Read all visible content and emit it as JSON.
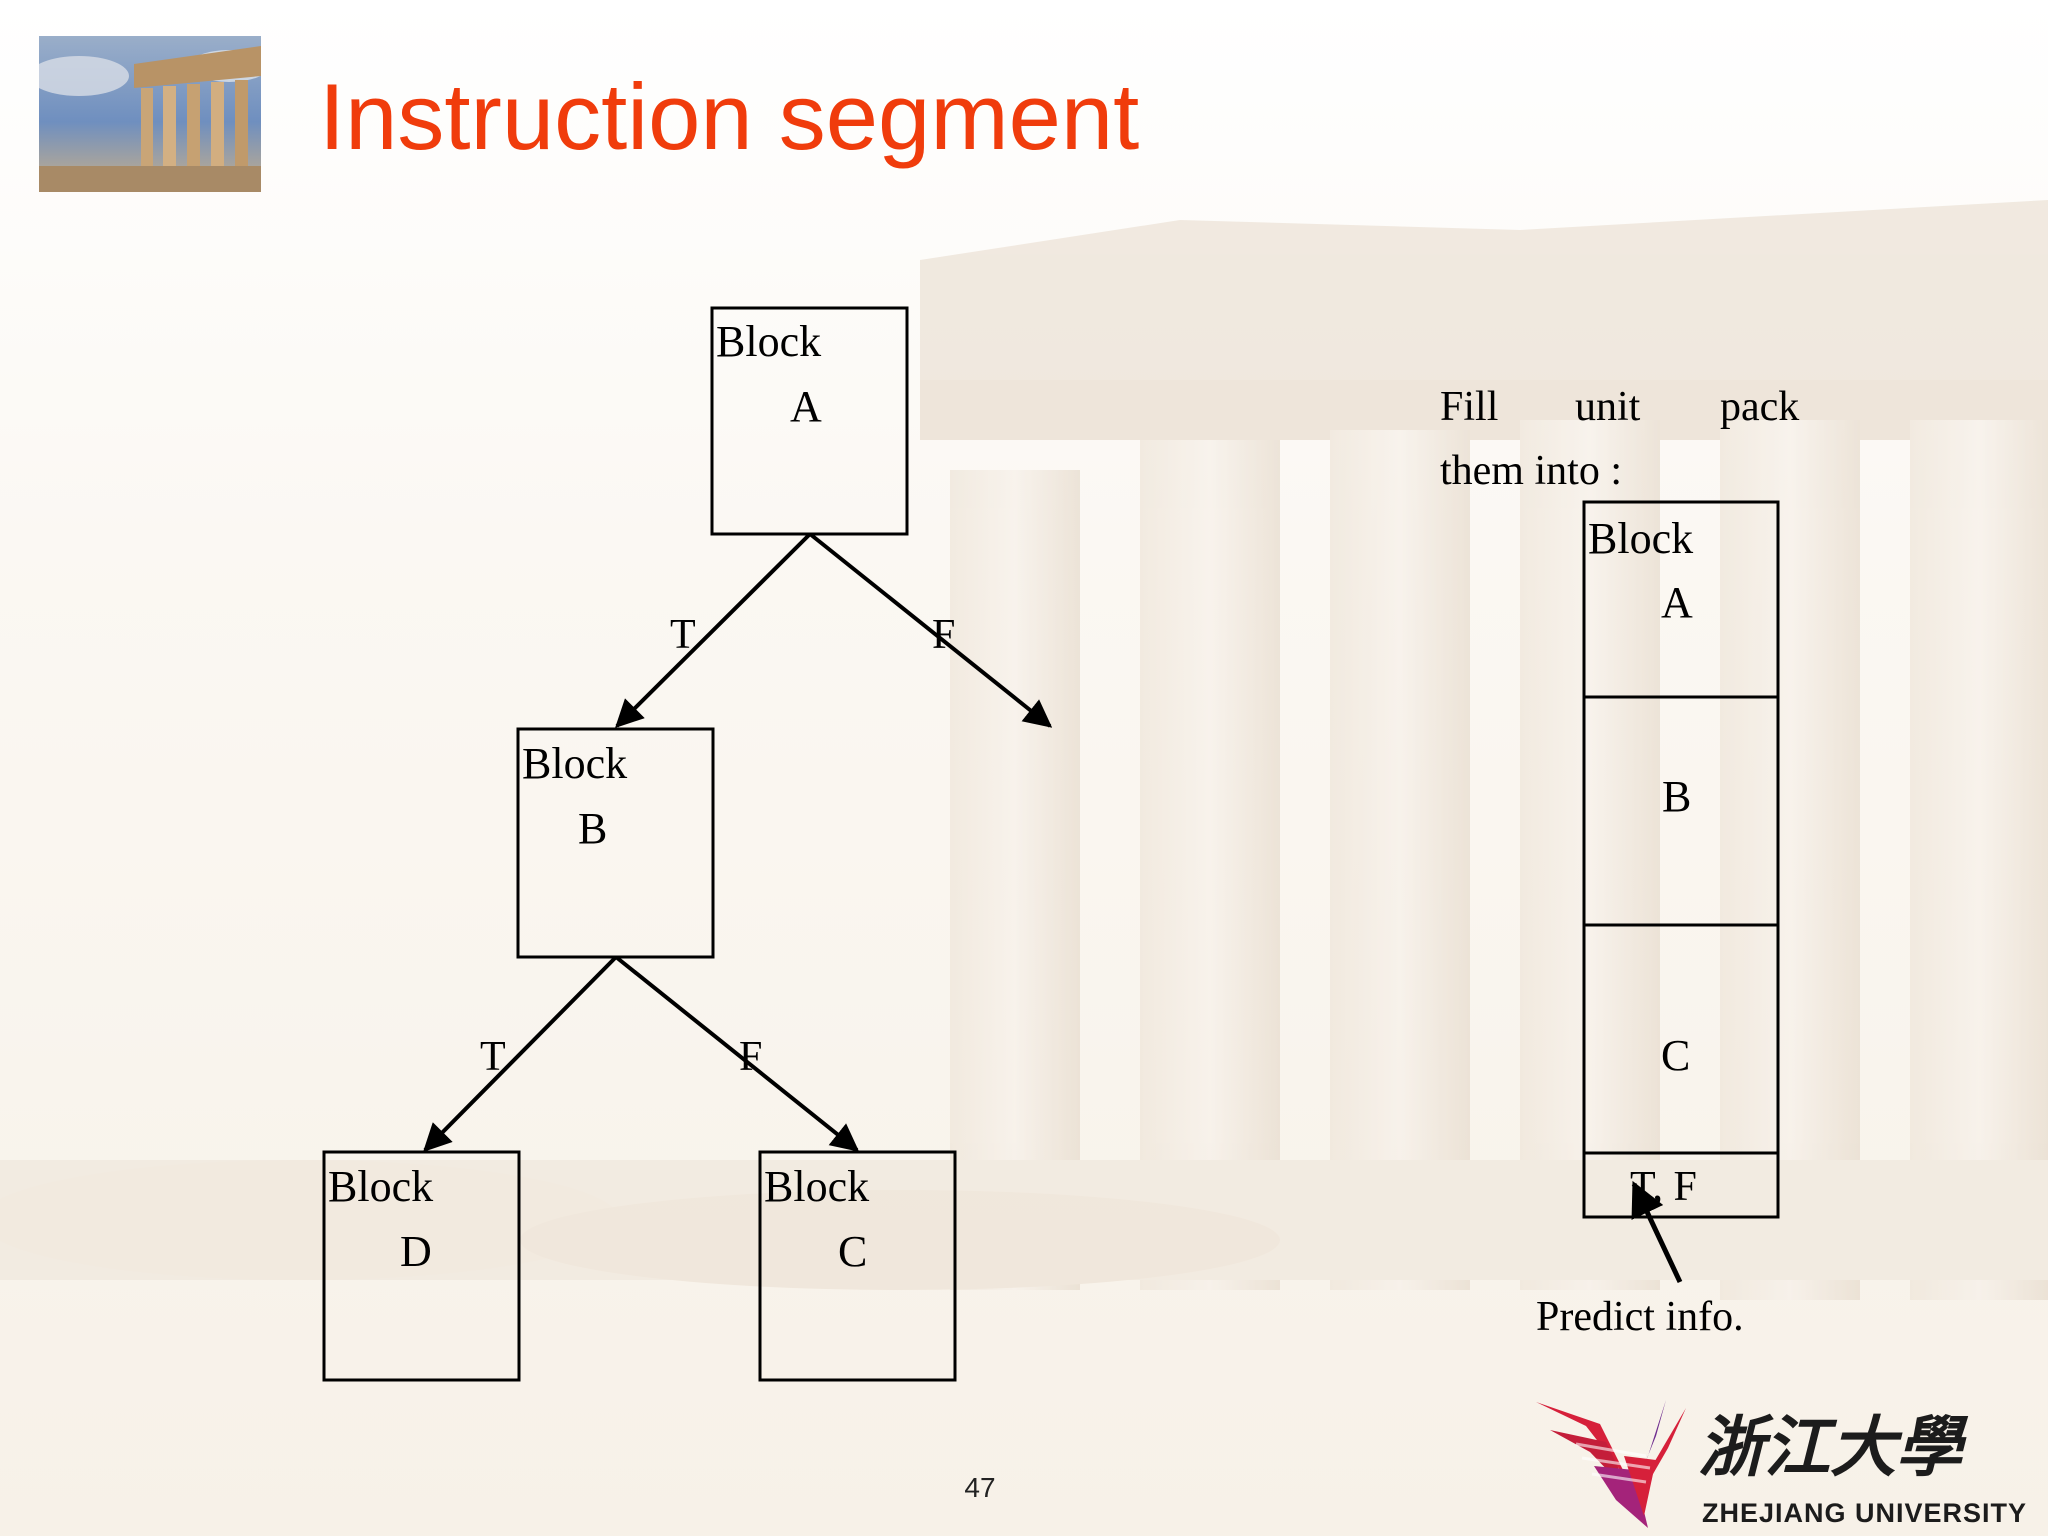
{
  "slide": {
    "title": "Instruction segment",
    "page_number": "47"
  },
  "colors": {
    "title": "#f03c0c",
    "diagram_line": "#000000",
    "logo_red": "#d6203a",
    "logo_purple": "#6f2d8f",
    "logo_text": "#1c1c1c"
  },
  "icons": {
    "header_image": "parthenon-photo",
    "background": "parthenon-watermark",
    "logo": "zhejiang-university-logo"
  },
  "tree": {
    "blocks": [
      {
        "id": "A",
        "line1": "Block",
        "line2": "A"
      },
      {
        "id": "B",
        "line1": "Block",
        "line2": "B"
      },
      {
        "id": "D",
        "line1": "Block",
        "line2": "D"
      },
      {
        "id": "C",
        "line1": "Block",
        "line2": "C"
      }
    ],
    "edges": [
      {
        "from": "A",
        "to": "B",
        "label": "T"
      },
      {
        "from": "A",
        "to": "",
        "label": "F"
      },
      {
        "from": "B",
        "to": "D",
        "label": "T"
      },
      {
        "from": "B",
        "to": "C",
        "label": "F"
      }
    ]
  },
  "fill_unit": {
    "caption_words": [
      "Fill",
      "unit",
      "pack"
    ],
    "caption_line2": "them into :",
    "cells": {
      "top_line1": "Block",
      "top_line2": "A",
      "second": "B",
      "third": "C",
      "fourth": "T, F"
    },
    "annotation": "Predict info."
  },
  "logo": {
    "chinese_name": "浙江大學",
    "english_name": "ZHEJIANG UNIVERSITY"
  }
}
